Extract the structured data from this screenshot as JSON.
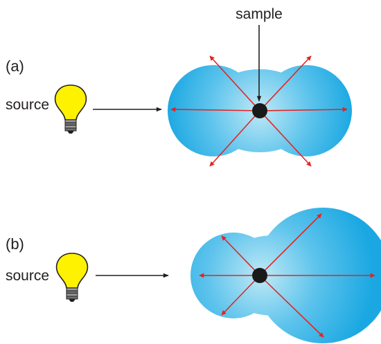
{
  "panels": [
    {
      "label": "(a)",
      "source_label": "source",
      "sample_label": "sample"
    },
    {
      "label": "(b)",
      "source_label": "source"
    }
  ],
  "colors": {
    "scatter_fill_outer": "#1ba8e2",
    "scatter_fill_inner": "#bfe9f6",
    "ray": "#e52320",
    "arrow": "#231f20",
    "sample": "#1a1a1a",
    "bulb": "#fff200",
    "bulb_outline": "#231f20"
  },
  "icons": [
    "lightbulb-icon",
    "sample-dot-icon"
  ]
}
